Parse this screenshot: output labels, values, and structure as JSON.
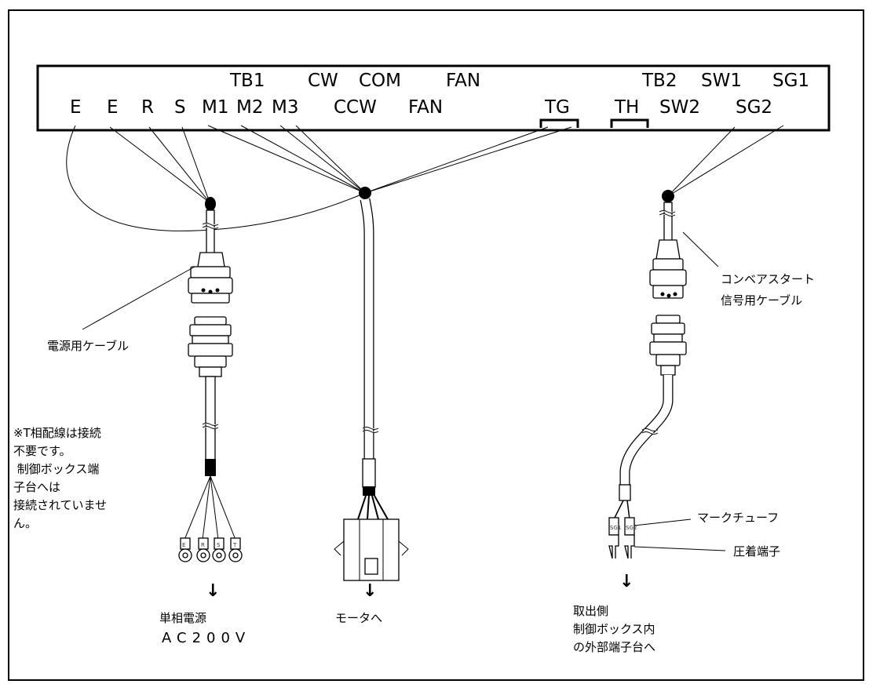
{
  "terminal_block": {
    "upper_labels": [
      "TB1",
      "CW",
      "COM",
      "FAN",
      "TB2",
      "SW1",
      "SG1"
    ],
    "lower_labels": [
      "E",
      "E",
      "R",
      "S",
      "M1",
      "M2",
      "M3",
      "CCW",
      "FAN",
      "TG",
      "TH",
      "SW2",
      "SG2"
    ]
  },
  "left_cable": {
    "cable_label": "電源用ケーブル",
    "note_lines": [
      "※T相配線は接続",
      "不要です。",
      " 制御ボックス端",
      "子台へは",
      "接続されていませ",
      "ん。"
    ],
    "arrow": "↓",
    "destination_lines": [
      "単相電源",
      "AC200V"
    ]
  },
  "middle_cable": {
    "arrow": "↓",
    "destination": "モータへ"
  },
  "right_cable": {
    "cable_label_lines": [
      "コンベアスタート",
      "信号用ケーブル"
    ],
    "mark_tube_label": "マークチューフ",
    "crimp_terminal_label": "圧着端子",
    "arrow": "↓",
    "destination_lines": [
      "取出側",
      "制御ボックス内",
      "の外部端子台へ"
    ]
  },
  "small_terminal_labels": [
    "E",
    "R",
    "S",
    "T",
    "SG1",
    "SG2"
  ]
}
